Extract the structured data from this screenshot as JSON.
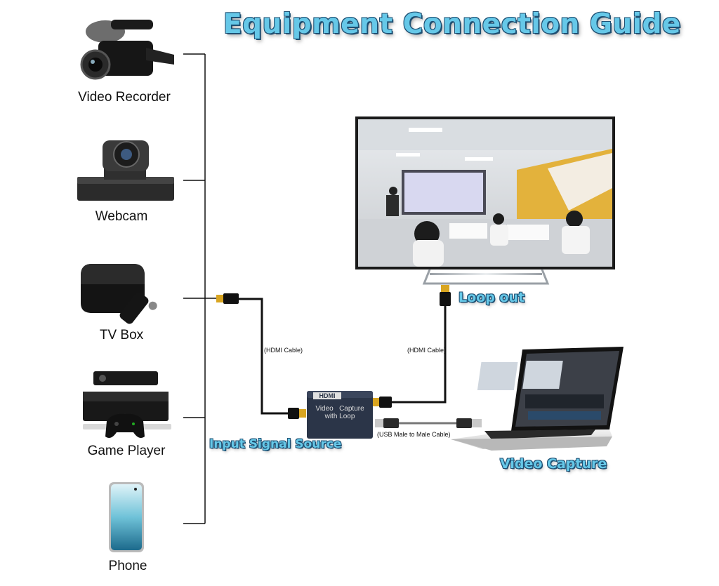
{
  "title": "Equipment Connection Guide",
  "devices": [
    {
      "label": "Video Recorder",
      "icon": "video-recorder-icon"
    },
    {
      "label": "Webcam",
      "icon": "webcam-icon"
    },
    {
      "label": "TV Box",
      "icon": "tv-box-icon"
    },
    {
      "label": "Game Player",
      "icon": "game-console-icon"
    },
    {
      "label": "Phone",
      "icon": "phone-icon"
    }
  ],
  "callouts": {
    "loop_out": "Loop out",
    "input_signal_source": "Input Signal Source",
    "video_capture": "Video Capture"
  },
  "cables": {
    "hdmi_input": "(HDMI Cable)",
    "hdmi_loop": "(HDMI Cable)",
    "usb": "(USB Male to Male Cable)"
  },
  "capture_box": {
    "brand": "HDMI",
    "line1": "Video   Capture",
    "line2": "with Loop"
  },
  "colors": {
    "title_fill": "#66c8e8",
    "title_outline": "#1e4f72",
    "capture_box": "#2b3548",
    "cable": "#111111",
    "connector_gold": "#d9a520"
  }
}
